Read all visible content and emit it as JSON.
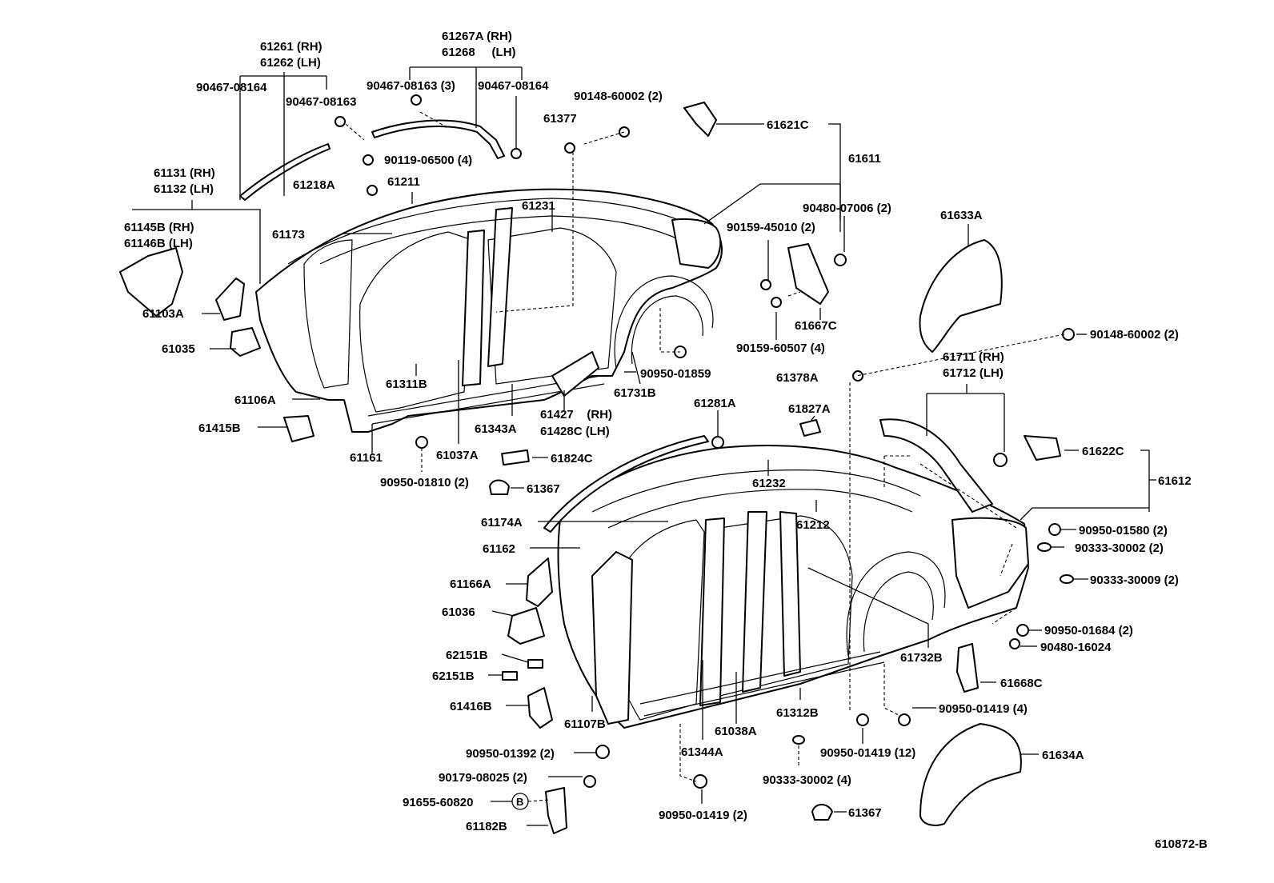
{
  "diagram_code": "610872-B",
  "callouts": {
    "c61261": "61261 (RH)",
    "c61262": "61262 (LH)",
    "c90467a": "90467-08164",
    "c90467b": "90467-08163",
    "c61267a": "61267A (RH)",
    "c61268": "61268     (LH)",
    "c90467c": "90467-08163 (3)",
    "c90467d": "90467-08164",
    "c90148a": "90148-60002 (2)",
    "c61377": "61377",
    "c61621c": "61621C",
    "c61611": "61611",
    "c90119": "90119-06500 (4)",
    "c61131": "61131 (RH)",
    "c61132": "61132 (LH)",
    "c61218a": "61218A",
    "c61211": "61211",
    "c61231": "61231",
    "c90480a": "90480-07006 (2)",
    "c90159a": "90159-45010 (2)",
    "c61633a": "61633A",
    "c61145b": "61145B (RH)",
    "c61146b": "61146B (LH)",
    "c61173": "61173",
    "c61103a": "61103A",
    "c61667c": "61667C",
    "c90159b": "90159-60507 (4)",
    "c90148b": "90148-60002 (2)",
    "c61035": "61035",
    "c61711": "61711 (RH)",
    "c61712": "61712 (LH)",
    "c61378a": "61378A",
    "c90950a": "90950-01859",
    "c61311b": "61311B",
    "c61731b": "61731B",
    "c61106a": "61106A",
    "c61281a": "61281A",
    "c61827a": "61827A",
    "c61427": "61427    (RH)",
    "c61428c": "61428C (LH)",
    "c61415b": "61415B",
    "c61343a": "61343A",
    "c61161": "61161",
    "c61037a": "61037A",
    "c61824c": "61824C",
    "c61622c": "61622C",
    "c90950b": "90950-01810 (2)",
    "c61612": "61612",
    "c61367a": "61367",
    "c61232": "61232",
    "c61174a": "61174A",
    "c61212": "61212",
    "c90950c": "90950-01580 (2)",
    "c90333a": "90333-30002 (2)",
    "c61162": "61162",
    "c90333b": "90333-30009 (2)",
    "c61166a": "61166A",
    "c61036": "61036",
    "c90950d": "90950-01684 (2)",
    "c90480b": "90480-16024",
    "c62151b1": "62151B",
    "c61732b": "61732B",
    "c62151b2": "62151B",
    "c61668c": "61668C",
    "c61416b": "61416B",
    "c61312b": "61312B",
    "c90950e": "90950-01419 (4)",
    "c61107b": "61107B",
    "c61038a": "61038A",
    "c90950f": "90950-01392 (2)",
    "c61344a": "61344A",
    "c90950g": "90950-01419 (12)",
    "c61634a": "61634A",
    "c90179": "90179-08025 (2)",
    "c90333c": "90333-30002 (4)",
    "c91655": "91655-60820",
    "c91655_symbol": "B",
    "c61182b": "61182B",
    "c90950h": "90950-01419 (2)",
    "c61367b": "61367"
  }
}
